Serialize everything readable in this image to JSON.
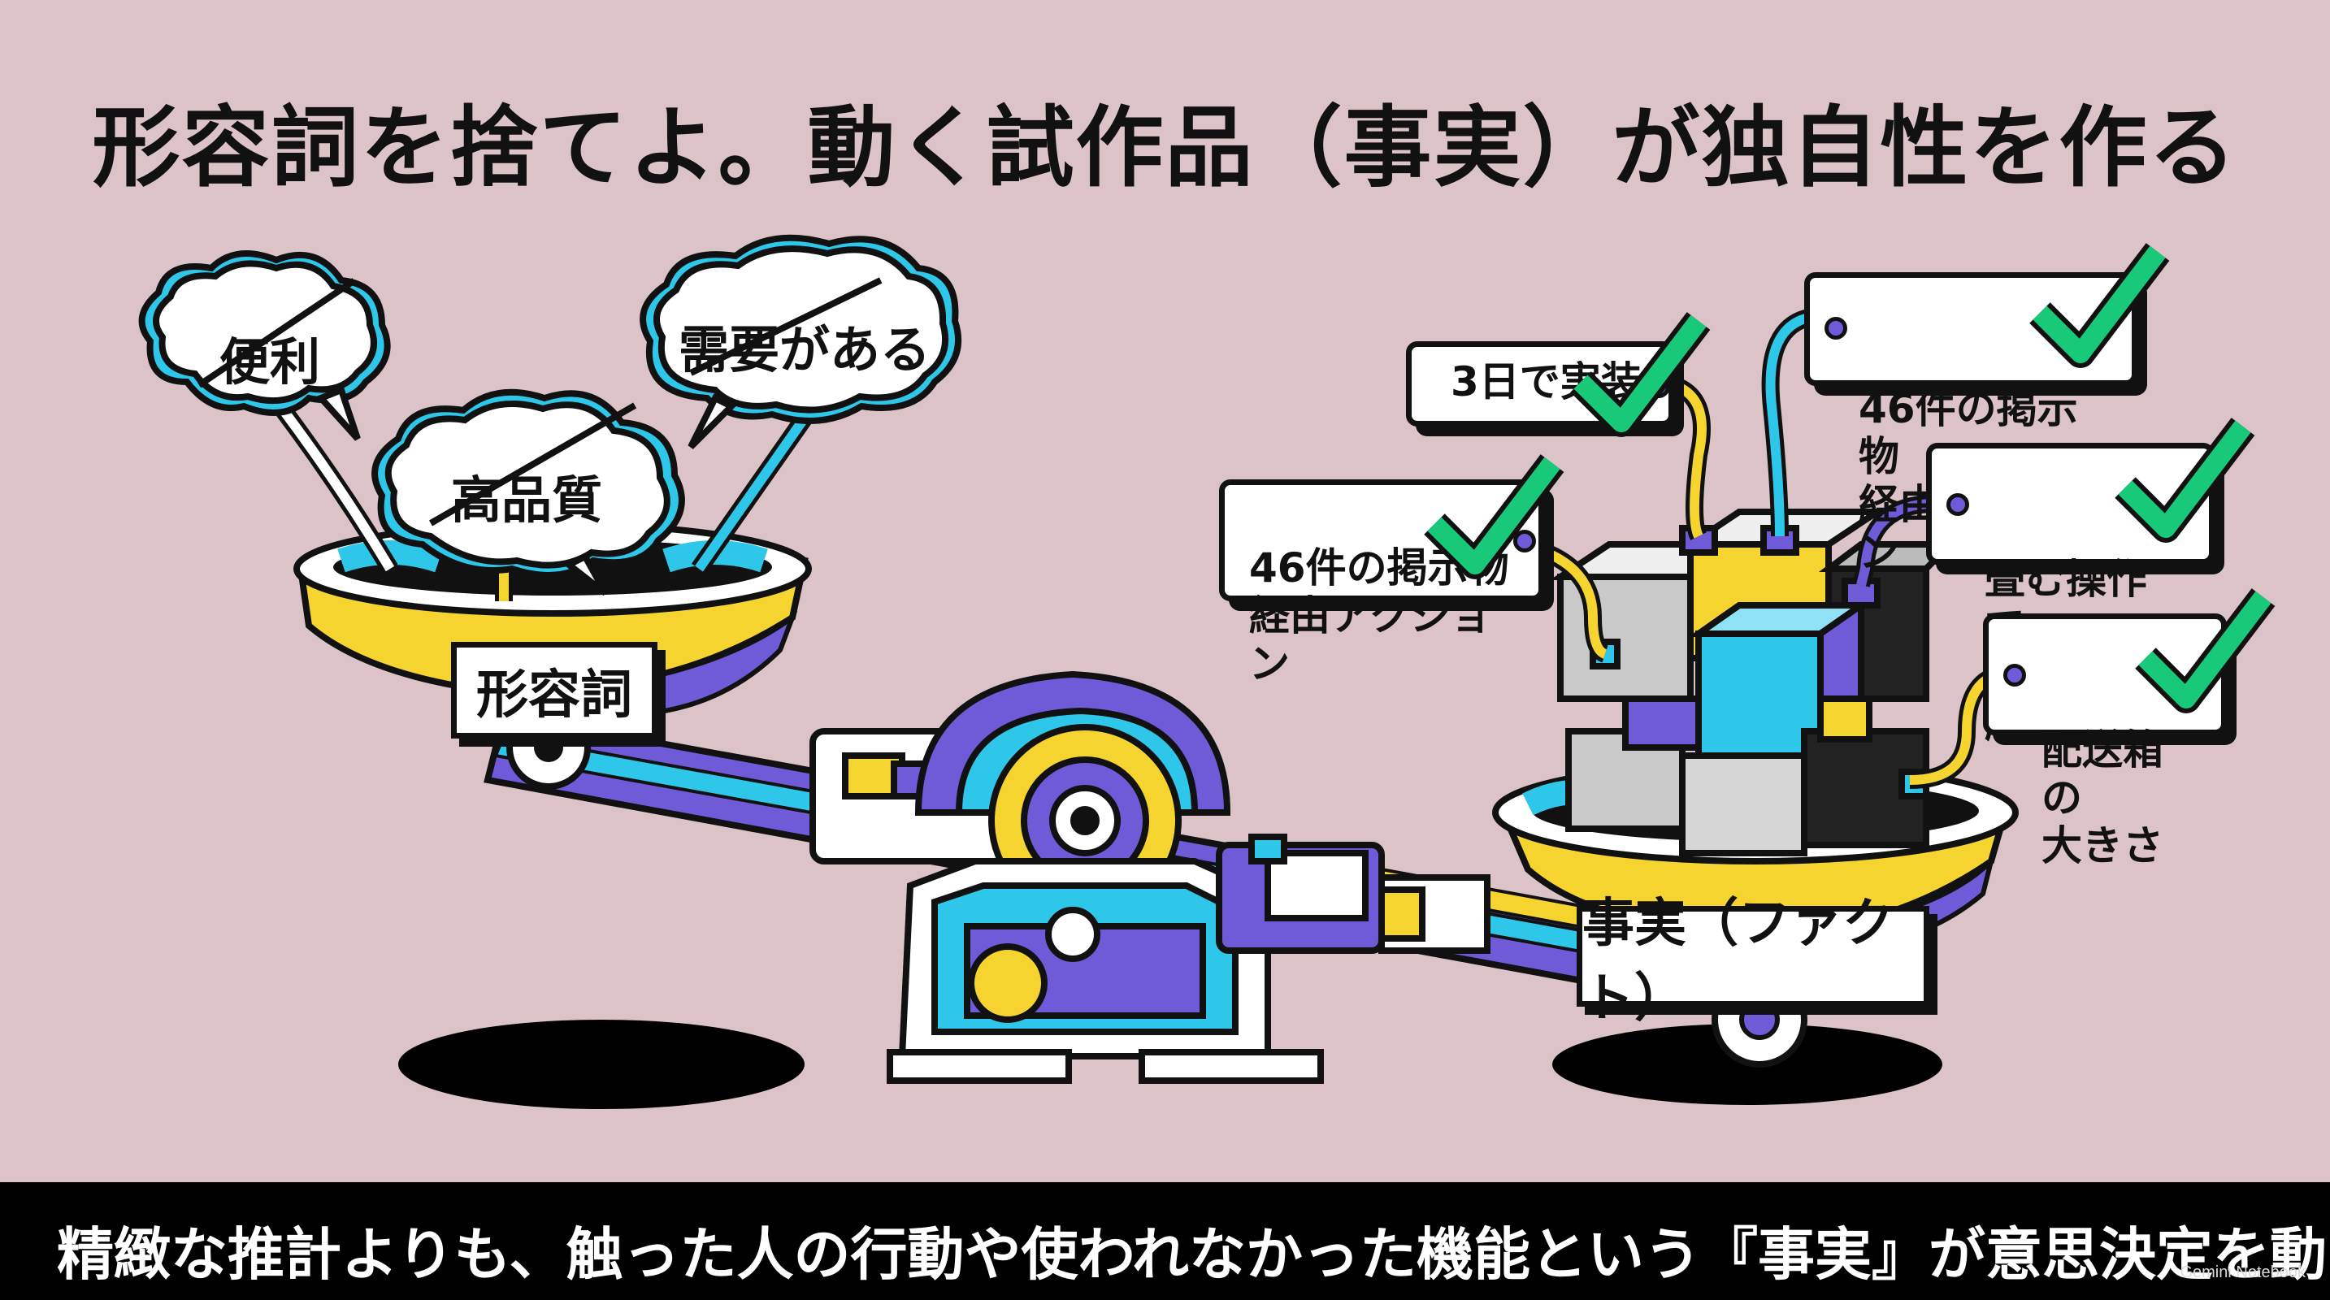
{
  "title": "形容詞を捨てよ。動く試作品（事実）が独自性を作る",
  "clouds": [
    "便利",
    "高品質",
    "需要がある"
  ],
  "left_plate": "形容詞",
  "right_plate": "事実（ファクト）",
  "fact_tags": [
    "3日で実装",
    "46件の掲示物\n経由アクション",
    "46件の掲示物\n経由アクション",
    "畳む操作で\n止まる箇所",
    "配送箱の\n大きさ"
  ],
  "caption": "精緻な推計よりも、触った人の行動や使われなかった機能という『事実』が意思決定を動かす",
  "watermark": "Gemini Notebook",
  "colors": {
    "background": "#dcc3c7",
    "cyan": "#2ec7ea",
    "purple": "#6f5bd8",
    "yellow": "#f5d430",
    "green": "#19c97a",
    "ink": "#111111"
  }
}
